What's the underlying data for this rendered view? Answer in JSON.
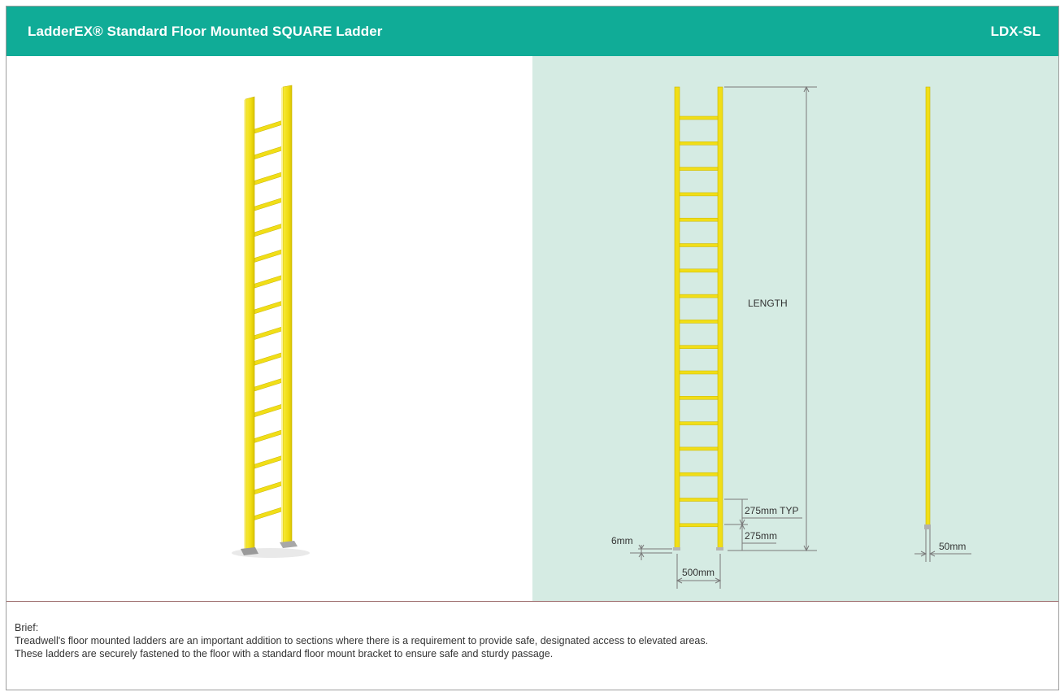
{
  "header": {
    "title": "LadderEX® Standard Floor Mounted SQUARE Ladder",
    "code": "LDX-SL"
  },
  "dimensions": {
    "length": "LENGTH",
    "rung_spacing_typ": "275mm TYP",
    "first_rung": "275mm",
    "base_offset": "6mm",
    "width": "500mm",
    "rail_depth": "50mm"
  },
  "brief": {
    "label": "Brief:",
    "line1": "Treadwell's floor mounted ladders are an important addition to sections where there is a requirement to provide safe, designated access to elevated areas.",
    "line2": "These ladders are securely fastened to the floor with a standard floor mount bracket to ensure safe and sturdy passage."
  },
  "colors": {
    "header_bg": "#10ac97",
    "drawing_bg": "#d5ebe3",
    "ladder_yellow": "#f4e21a",
    "ladder_edge": "#c9b400"
  }
}
